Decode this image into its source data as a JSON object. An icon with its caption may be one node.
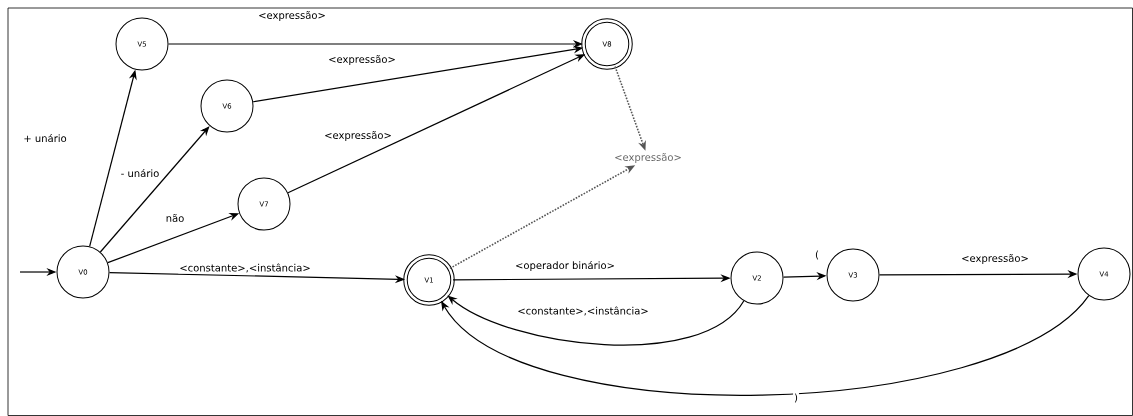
{
  "diagram": {
    "nodes": [
      {
        "text": [
          "V0"
        ]
      },
      {
        "text": [
          "V1"
        ]
      },
      {
        "text": [
          "V2"
        ]
      },
      {
        "text": [
          "V3"
        ]
      },
      {
        "text": [
          "V4"
        ]
      },
      {
        "text": [
          "V5"
        ]
      },
      {
        "text": [
          "V6"
        ]
      },
      {
        "text": [
          "V7"
        ]
      },
      {
        "text": [
          "V8"
        ]
      },
      {
        "text": [
          "<expressão>"
        ]
      }
    ],
    "edges": [
      {
        "from": null,
        "to": 0,
        "arrow": "to"
      },
      {
        "from": 0,
        "to": 5,
        "arrow": "to",
        "label": "+ unário"
      },
      {
        "from": 0,
        "to": 6,
        "arrow": "to",
        "label": "- unário"
      },
      {
        "from": 0,
        "to": 7,
        "arrow": "to",
        "label": "não"
      },
      {
        "from": 0,
        "to": 1,
        "arrow": "to",
        "label": "<constante>,<instância>"
      },
      {
        "from": 5,
        "to": 8,
        "arrow": "to",
        "label": "<expressão>"
      },
      {
        "from": 6,
        "to": 8,
        "arrow": "to",
        "label": "<expressão>"
      },
      {
        "from": 7,
        "to": 8,
        "arrow": "to",
        "label": "<expressão>"
      },
      {
        "from": 1,
        "to": 2,
        "arrow": "to",
        "label": "<operador binário>"
      },
      {
        "from": 2,
        "to": 1,
        "arrow": "to",
        "label": "<constante>,<instância>"
      },
      {
        "from": 2,
        "to": 3,
        "arrow": "to",
        "label": "("
      },
      {
        "from": 3,
        "to": 4,
        "arrow": "to",
        "label": "<expressão>"
      },
      {
        "from": 4,
        "to": 1,
        "arrow": "to",
        "label": ")"
      },
      {
        "from": 8,
        "to": 9,
        "arrow": "to",
        "style": "dashed",
        "color": "#555555"
      },
      {
        "from": 1,
        "to": 9,
        "arrow": "to",
        "style": "dashed",
        "color": "#555555"
      }
    ]
  }
}
